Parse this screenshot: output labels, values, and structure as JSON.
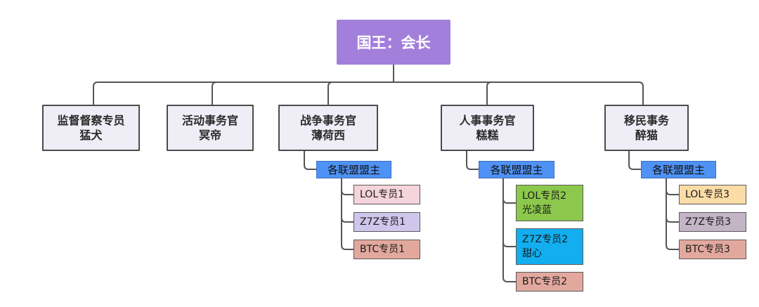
{
  "root": {
    "label": "国王：会长",
    "color": "#a27fdb"
  },
  "departments": [
    {
      "title": "监督督察专员",
      "person": "猛犬"
    },
    {
      "title": "活动事务官",
      "person": "冥帝"
    },
    {
      "title": "战争事务官",
      "person": "薄荷西",
      "sub": {
        "label": "各联盟盟主",
        "children": [
          {
            "label": "LOL专员1",
            "color": "#f5d4dc"
          },
          {
            "label": "Z7Z专员1",
            "color": "#cfc6ec"
          },
          {
            "label": "BTC专员1",
            "color": "#e2a89e"
          }
        ]
      }
    },
    {
      "title": "人事事务官",
      "person": "糕糕",
      "sub": {
        "label": "各联盟盟主",
        "children": [
          {
            "label": "LOL专员2\n光凌蓝",
            "color": "#8cc84b"
          },
          {
            "label": "Z7Z专员2\n甜心",
            "color": "#12aef0"
          },
          {
            "label": "BTC专员2",
            "color": "#e2a89e"
          }
        ]
      }
    },
    {
      "title": "移民事务",
      "person": "醉猫",
      "sub": {
        "label": "各联盟盟主",
        "children": [
          {
            "label": "LOL专员3",
            "color": "#fbdca7"
          },
          {
            "label": "Z7Z专员3",
            "color": "#c3b4c6"
          },
          {
            "label": "BTC专员3",
            "color": "#e2a89e"
          }
        ]
      }
    }
  ]
}
